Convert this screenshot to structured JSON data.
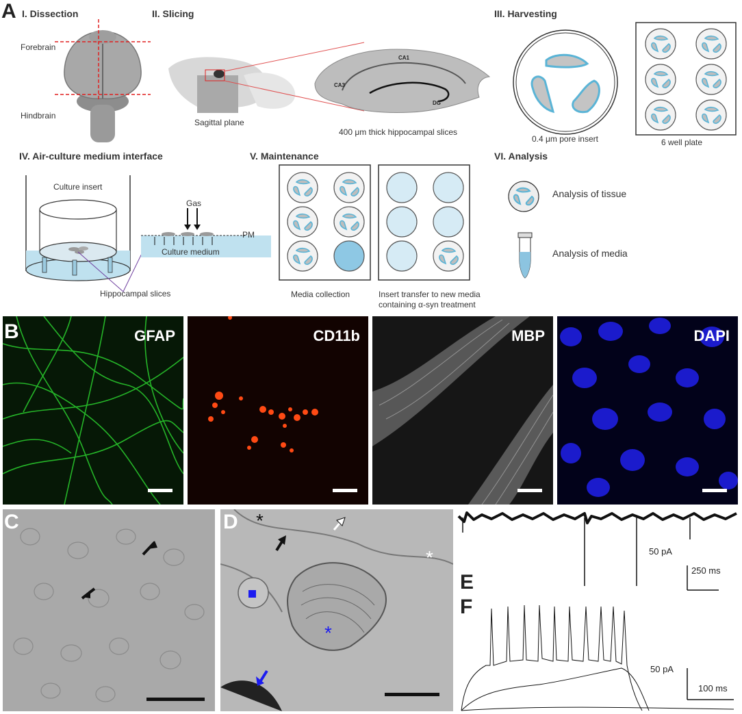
{
  "panel_a": {
    "letter": "A",
    "dissection": {
      "title": "I. Dissection",
      "forebrain": "Forebrain",
      "hindbrain": "Hindbrain"
    },
    "slicing": {
      "title": "II. Slicing",
      "plane": "Sagittal plane",
      "slice_caption": "400 μm thick hippocampal slices",
      "ca1": "CA1",
      "ca3": "CA3",
      "dg": "DG"
    },
    "harvesting": {
      "title": "III. Harvesting",
      "insert_caption": "0.4 μm pore insert",
      "plate_caption": "6 well plate"
    },
    "interface": {
      "title": "IV. Air-culture medium interface",
      "insert": "Culture insert",
      "gas": "Gas",
      "pm": "PM",
      "medium": "Culture medium",
      "slices": "Hippocampal slices"
    },
    "maintenance": {
      "title": "V. Maintenance",
      "media_collection": "Media collection",
      "transfer_line1": "Insert transfer to new media",
      "transfer_line2": "containing α-syn treatment"
    },
    "analysis": {
      "title": "VI. Analysis",
      "tissue": "Analysis of tissue",
      "media": "Analysis of media"
    }
  },
  "panel_b": {
    "letter": "B",
    "stains": [
      "GFAP",
      "CD11b",
      "MBP",
      "DAPI"
    ]
  },
  "panel_c": {
    "letter": "C"
  },
  "panel_d": {
    "letter": "D"
  },
  "panel_e": {
    "letter": "E",
    "scale_current": "50 pA",
    "scale_time": "250 ms"
  },
  "panel_f": {
    "letter": "F",
    "scale_current": "50 pA",
    "scale_time": "100 ms"
  },
  "colors": {
    "gfap": "#1fae2a",
    "cd11b": "#e8431a",
    "mbp": "#cfcfcf",
    "dapi": "#1a1ad8",
    "medium": "#bfe1ef",
    "slice_outline": "#5ab4d6"
  }
}
